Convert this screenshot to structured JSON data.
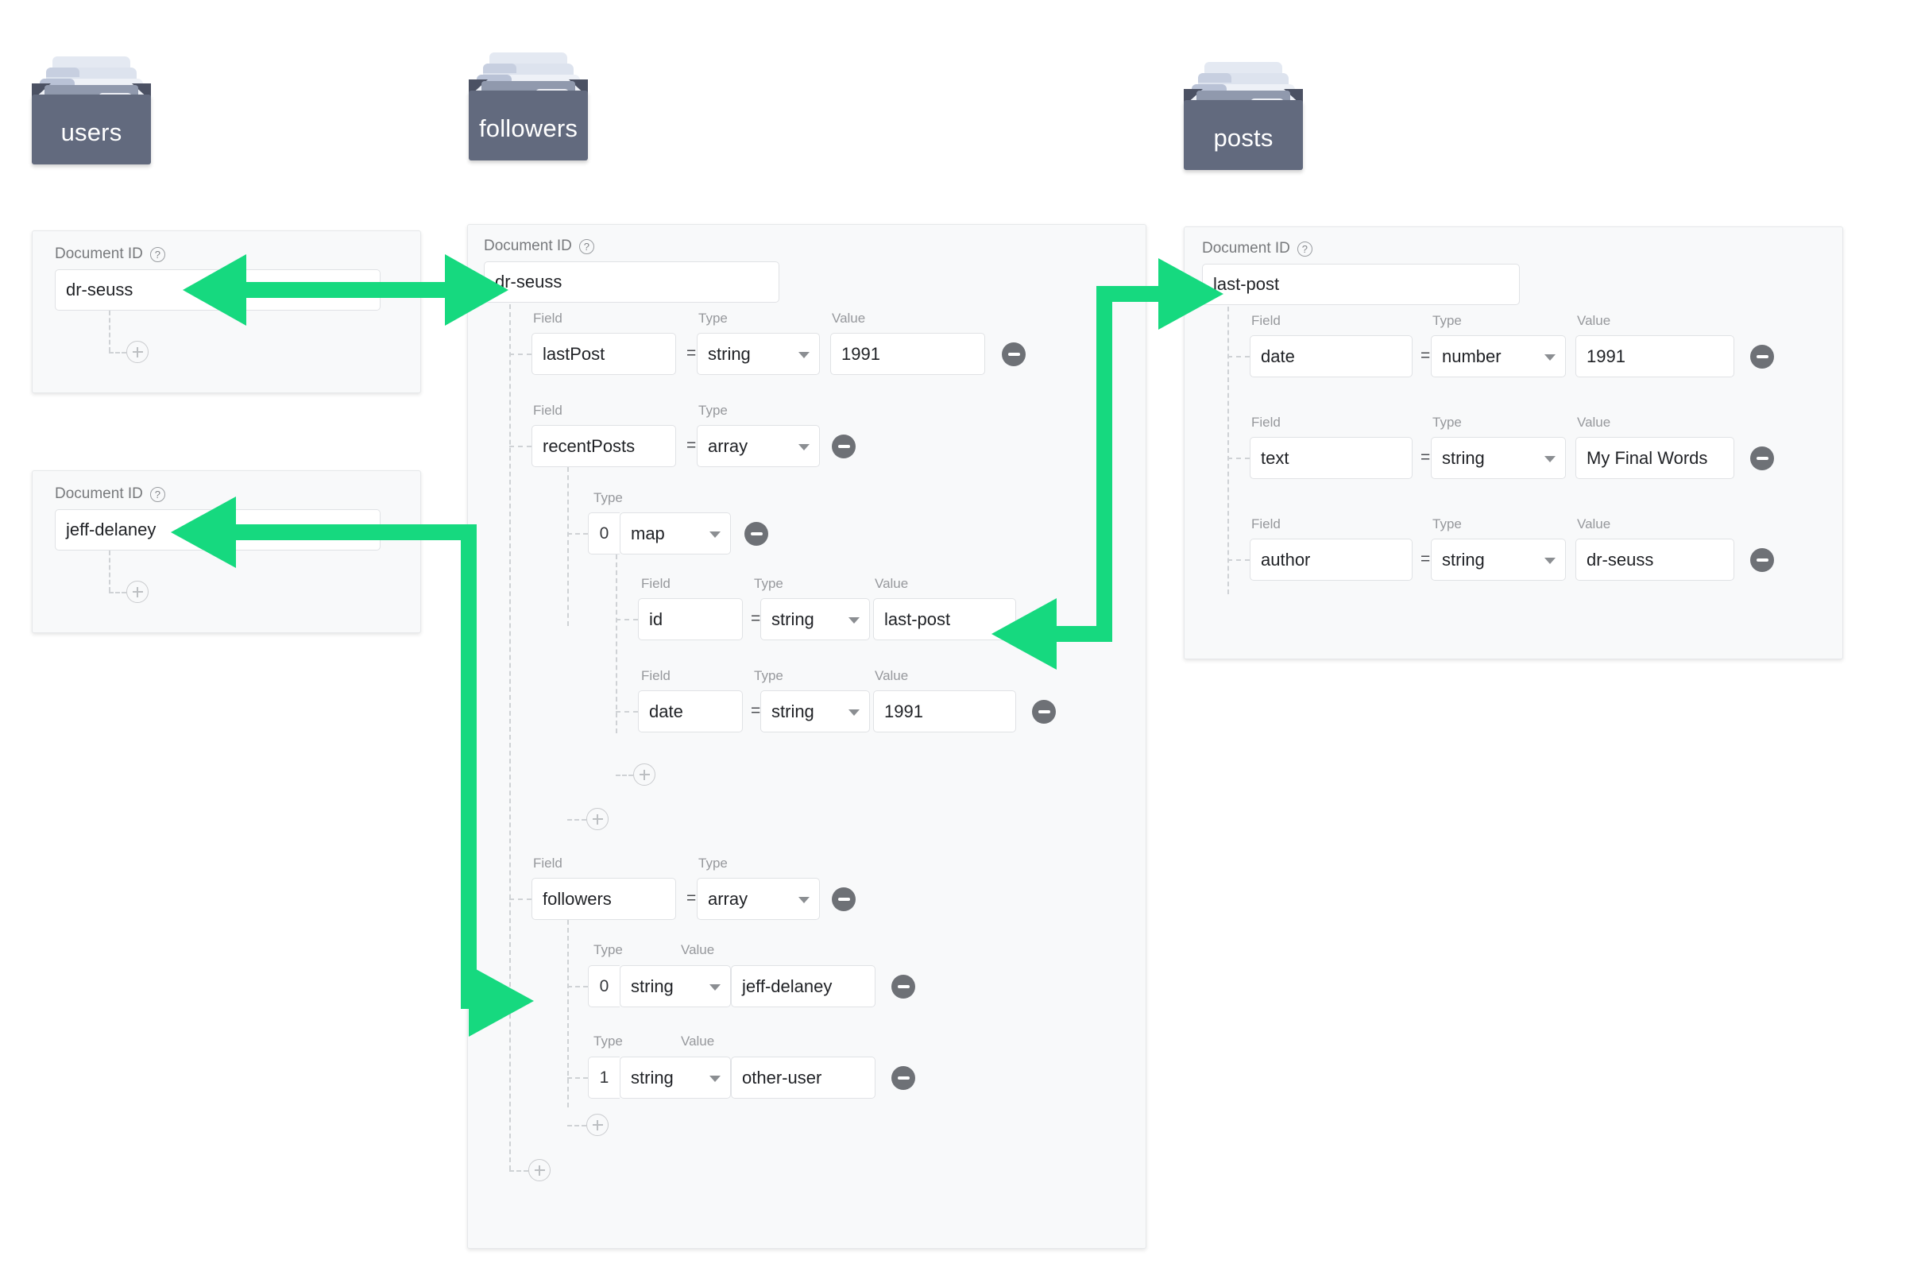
{
  "collections": [
    {
      "name": "users",
      "icon": "file-box-icon"
    },
    {
      "name": "followers",
      "icon": "file-box-icon"
    },
    {
      "name": "posts",
      "icon": "file-box-icon"
    }
  ],
  "labels": {
    "document_id": "Document ID",
    "field": "Field",
    "type": "Type",
    "value": "Value",
    "equals": "=",
    "help_icon": "?",
    "add_icon": "+",
    "remove_icon": "−"
  },
  "accent_color": "#16d97f",
  "panels": {
    "users_dr_seuss": {
      "document_id_label": "Document ID",
      "document_id": "dr-seuss",
      "fields": []
    },
    "users_jeff_delaney": {
      "document_id_label": "Document ID",
      "document_id": "jeff-delaney",
      "fields": []
    },
    "followers_dr_seuss": {
      "document_id_label": "Document ID",
      "document_id": "dr-seuss",
      "fields": [
        {
          "field": "lastPost",
          "type": "string",
          "value": "1991"
        },
        {
          "field": "recentPosts",
          "type": "array",
          "value": null,
          "items": [
            {
              "index": "0",
              "type": "map",
              "value": null,
              "fields": [
                {
                  "field": "id",
                  "type": "string",
                  "value": "last-post"
                },
                {
                  "field": "date",
                  "type": "string",
                  "value": "1991"
                }
              ]
            }
          ]
        },
        {
          "field": "followers",
          "type": "array",
          "value": null,
          "items": [
            {
              "index": "0",
              "type": "string",
              "value": "jeff-delaney"
            },
            {
              "index": "1",
              "type": "string",
              "value": "other-user"
            }
          ]
        }
      ]
    },
    "posts_last_post": {
      "document_id_label": "Document ID",
      "document_id": "last-post",
      "fields": [
        {
          "field": "date",
          "type": "number",
          "value": "1991"
        },
        {
          "field": "text",
          "type": "string",
          "value": "My Final Words"
        },
        {
          "field": "author",
          "type": "string",
          "value": "dr-seuss"
        }
      ]
    }
  },
  "relations": [
    {
      "from": "followers_dr_seuss.document_id",
      "to": "users_dr_seuss.document_id",
      "color": "#16d97f"
    },
    {
      "from": "followers_dr_seuss.recentPosts.0.id",
      "to": "posts_last_post.document_id",
      "color": "#16d97f"
    },
    {
      "from": "users_jeff_delaney.document_id",
      "to": "followers_dr_seuss.followers.0",
      "color": "#16d97f"
    }
  ]
}
